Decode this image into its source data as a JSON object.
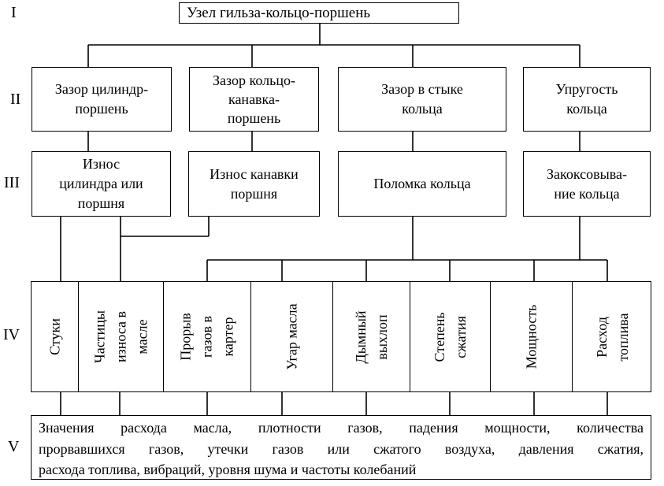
{
  "row_labels": [
    "I",
    "II",
    "III",
    "IV",
    "V"
  ],
  "root": "Узел гильза-кольцо-поршень",
  "level2": [
    "Зазор цилиндр-\nпоршень",
    "Зазор кольцо-\nканавка-\nпоршень",
    "Зазор в стыке\nкольца",
    "Упругость\nкольца"
  ],
  "level3": [
    "Износ\nцилиндра или\nпоршня",
    "Износ канавки\nпоршня",
    "Поломка кольца",
    "Закоксовыва-\nние кольца"
  ],
  "level4": [
    "Стуки",
    "Частицы\nизноса в\nмасле",
    "Прорыв\nгазов в\nкартер",
    "Угар масла",
    "Дымный\nвыхлоп",
    "Степень\nсжатия",
    "Мощность",
    "Расход\nтоплива"
  ],
  "level5_lines": [
    "Значения расхода масла, плотности газов, падения мощности, количества",
    "прорвавшихся газов, утечки газов или сжатого воздуха, давления сжатия,",
    "расхода топлива, вибраций, уровня шума и частоты колебаний"
  ]
}
